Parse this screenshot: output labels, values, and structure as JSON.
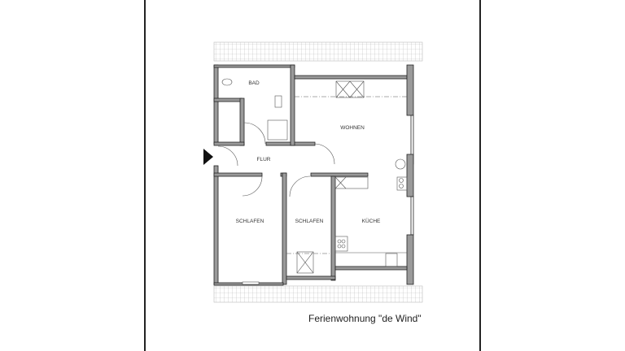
{
  "plan": {
    "rooms": {
      "bad": "BAD",
      "wohnen": "WOHNEN",
      "flur": "FLUR",
      "schlafen_1": "SCHLAFEN",
      "schlafen_2": "SCHLAFEN",
      "kueche": "KÜCHE"
    },
    "caption": "Ferienwohnung \"de Wind\""
  },
  "colors": {
    "wall": "#9a9a9a",
    "wall_outline": "#222222",
    "page_border": "#222222"
  }
}
